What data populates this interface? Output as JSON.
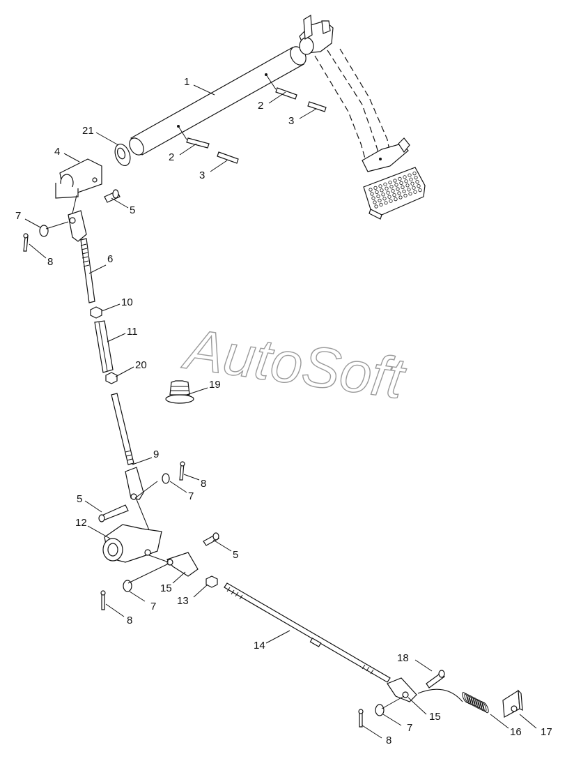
{
  "watermark": "AutoSoft",
  "parts": [
    {
      "n": "1"
    },
    {
      "n": "2"
    },
    {
      "n": "3"
    },
    {
      "n": "2"
    },
    {
      "n": "3"
    },
    {
      "n": "21"
    },
    {
      "n": "4"
    },
    {
      "n": "5"
    },
    {
      "n": "7"
    },
    {
      "n": "8"
    },
    {
      "n": "6"
    },
    {
      "n": "10"
    },
    {
      "n": "11"
    },
    {
      "n": "20"
    },
    {
      "n": "19"
    },
    {
      "n": "9"
    },
    {
      "n": "8"
    },
    {
      "n": "7"
    },
    {
      "n": "5"
    },
    {
      "n": "12"
    },
    {
      "n": "5"
    },
    {
      "n": "15"
    },
    {
      "n": "13"
    },
    {
      "n": "7"
    },
    {
      "n": "8"
    },
    {
      "n": "14"
    },
    {
      "n": "18"
    },
    {
      "n": "15"
    },
    {
      "n": "7"
    },
    {
      "n": "8"
    },
    {
      "n": "16"
    },
    {
      "n": "17"
    }
  ]
}
